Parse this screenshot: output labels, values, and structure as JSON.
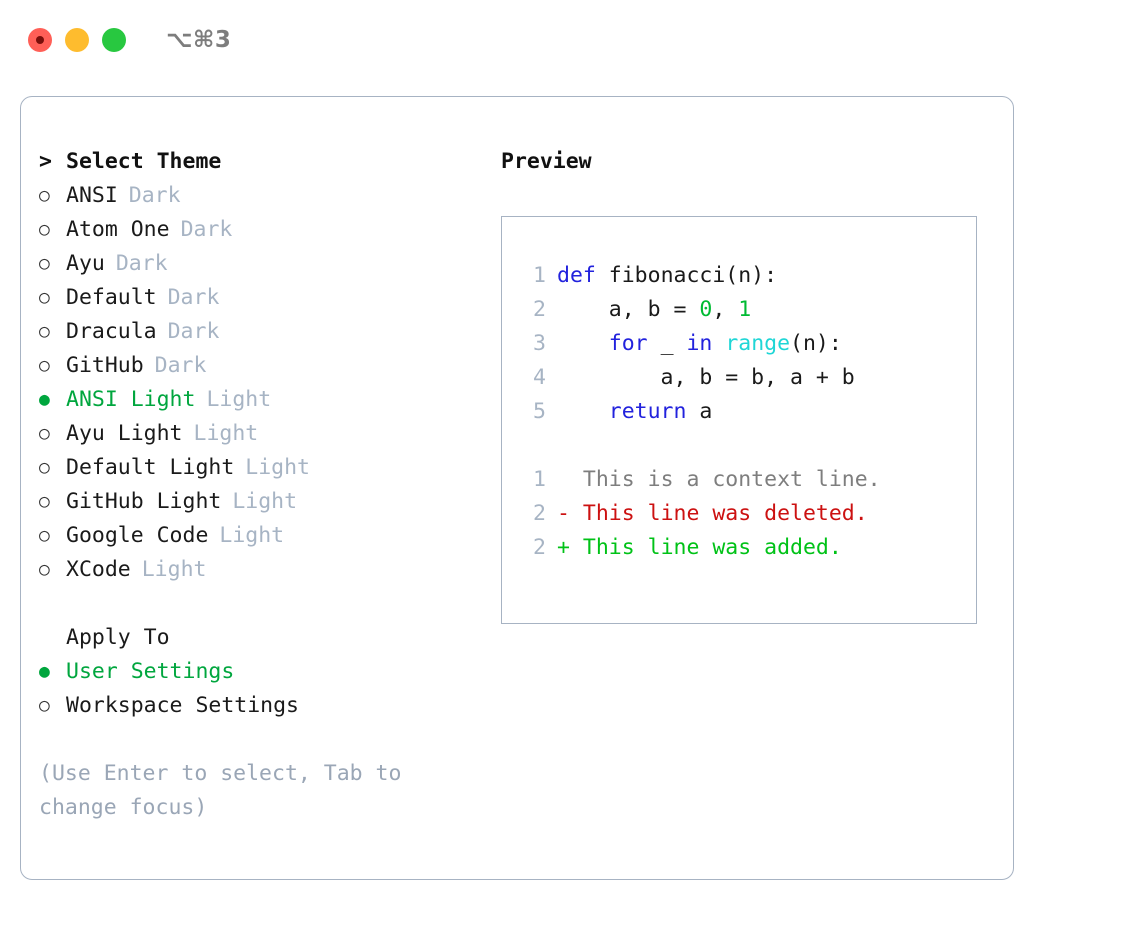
{
  "window": {
    "shortcut": "⌥⌘3",
    "traffic_lights": [
      {
        "name": "close-button",
        "color": "#ff5f57"
      },
      {
        "name": "minimize-button",
        "color": "#febc2e"
      },
      {
        "name": "maximize-button",
        "color": "#28c840"
      }
    ]
  },
  "theme_picker": {
    "heading": "Select Theme",
    "heading_marker": ">",
    "radio_off": "○",
    "radio_on": "●",
    "accent_color": "#00a63e",
    "items": [
      {
        "label": "ANSI",
        "variant": "Dark",
        "selected": false
      },
      {
        "label": "Atom One",
        "variant": "Dark",
        "selected": false
      },
      {
        "label": "Ayu",
        "variant": "Dark",
        "selected": false
      },
      {
        "label": "Default",
        "variant": "Dark",
        "selected": false
      },
      {
        "label": "Dracula",
        "variant": "Dark",
        "selected": false
      },
      {
        "label": "GitHub",
        "variant": "Dark",
        "selected": false
      },
      {
        "label": "ANSI Light",
        "variant": "Light",
        "selected": true
      },
      {
        "label": "Ayu Light",
        "variant": "Light",
        "selected": false
      },
      {
        "label": "Default Light",
        "variant": "Light",
        "selected": false
      },
      {
        "label": "GitHub Light",
        "variant": "Light",
        "selected": false
      },
      {
        "label": "Google Code",
        "variant": "Light",
        "selected": false
      },
      {
        "label": "XCode",
        "variant": "Light",
        "selected": false
      }
    ]
  },
  "apply_to": {
    "heading": "Apply To",
    "options": [
      {
        "label": "User Settings",
        "selected": true
      },
      {
        "label": "Workspace Settings",
        "selected": false
      }
    ]
  },
  "hint": "(Use Enter to select, Tab to change focus)",
  "preview": {
    "title": "Preview",
    "code_lines": [
      {
        "lineno": "1",
        "tokens": [
          {
            "text": "def",
            "type": "kw"
          },
          {
            "text": " fibonacci(n):",
            "type": "plain"
          }
        ]
      },
      {
        "lineno": "2",
        "tokens": [
          {
            "text": "    a, b = ",
            "type": "plain"
          },
          {
            "text": "0",
            "type": "num"
          },
          {
            "text": ", ",
            "type": "plain"
          },
          {
            "text": "1",
            "type": "num"
          }
        ]
      },
      {
        "lineno": "3",
        "tokens": [
          {
            "text": "    ",
            "type": "plain"
          },
          {
            "text": "for",
            "type": "kw"
          },
          {
            "text": " _ ",
            "type": "plain"
          },
          {
            "text": "in",
            "type": "kw"
          },
          {
            "text": " ",
            "type": "plain"
          },
          {
            "text": "range",
            "type": "fn"
          },
          {
            "text": "(n):",
            "type": "plain"
          }
        ]
      },
      {
        "lineno": "4",
        "tokens": [
          {
            "text": "        a, b = b, a + b",
            "type": "plain"
          }
        ]
      },
      {
        "lineno": "5",
        "tokens": [
          {
            "text": "    ",
            "type": "plain"
          },
          {
            "text": "return",
            "type": "kw"
          },
          {
            "text": " a",
            "type": "plain"
          }
        ]
      }
    ],
    "diff_lines": [
      {
        "lineno": "1",
        "marker": " ",
        "text": "This is a context line.",
        "type": "ctx"
      },
      {
        "lineno": "2",
        "marker": "-",
        "text": "This line was deleted.",
        "type": "del"
      },
      {
        "lineno": "2",
        "marker": "+",
        "text": "This line was added.",
        "type": "add"
      }
    ]
  }
}
